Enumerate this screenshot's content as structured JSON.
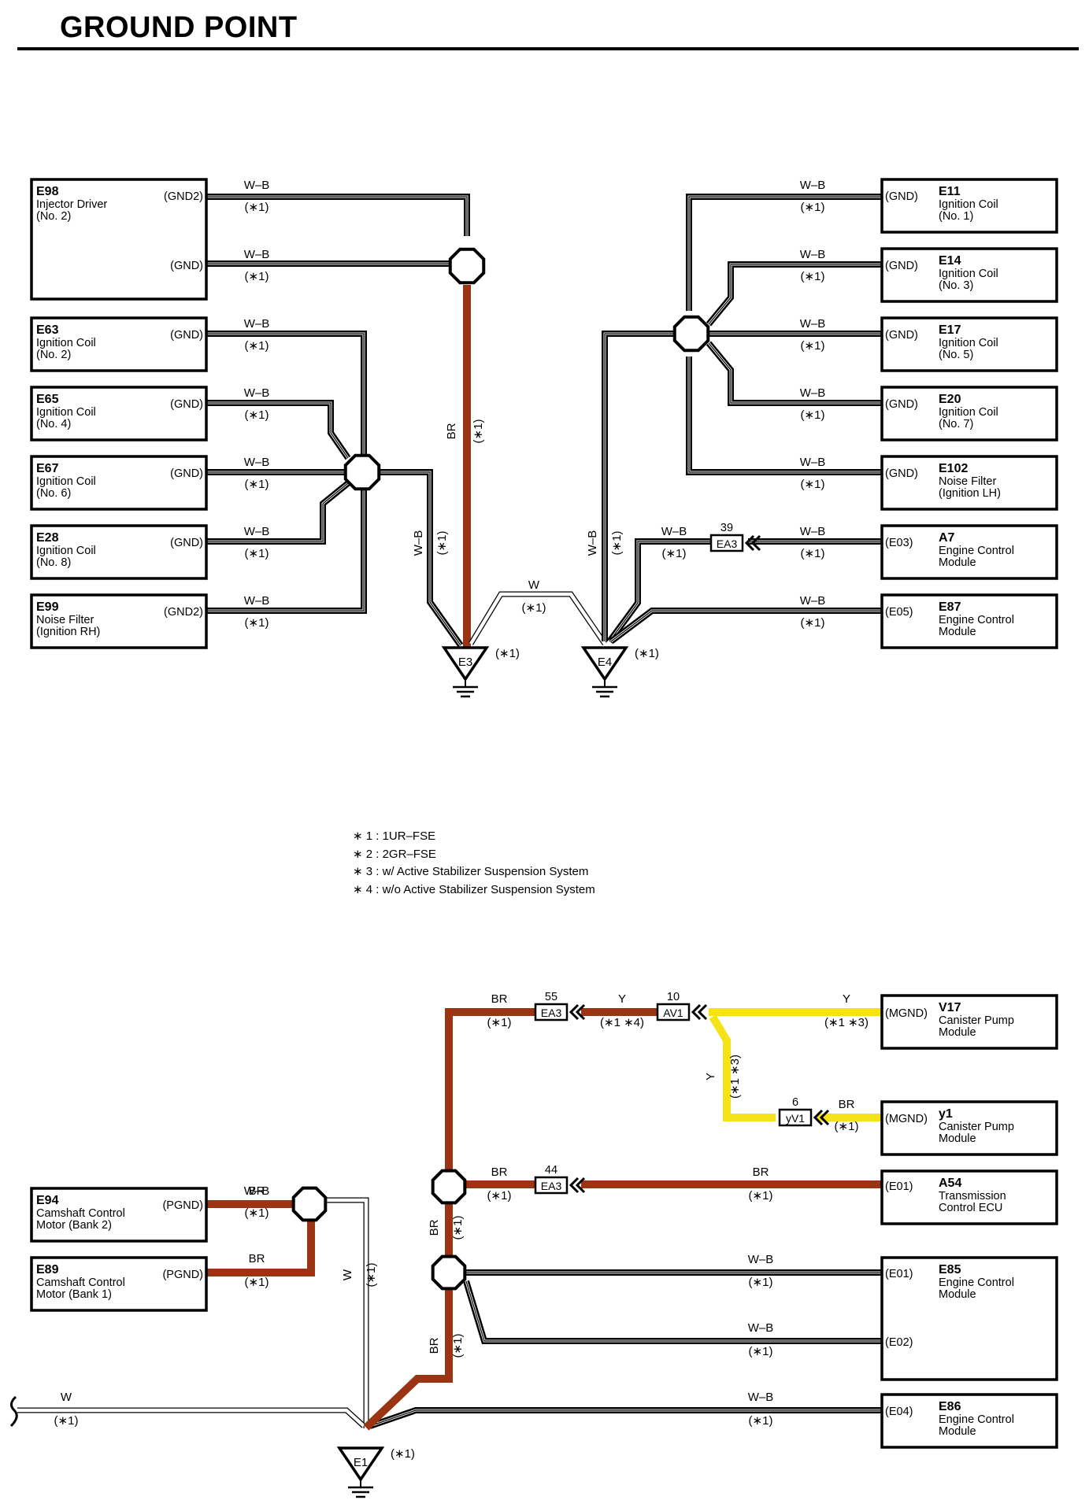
{
  "page": {
    "title": "GROUND POINT"
  },
  "colors": {
    "BR": "#9a3412",
    "Y": "#f5e218",
    "W-B": "#000000",
    "W": "#ffffff"
  },
  "notes": [
    "∗ 1 : 1UR–FSE",
    "∗ 2 : 2GR–FSE",
    "∗ 3 : w/ Active Stabilizer Suspension System",
    "∗ 4 : w/o Active Stabilizer Suspension System"
  ],
  "components": [
    {
      "id": "E98",
      "name_lines": [
        "Injector Driver",
        "(No. 2)"
      ],
      "pins": [
        "(GND2)",
        "(GND)"
      ]
    },
    {
      "id": "E63",
      "name_lines": [
        "Ignition Coil",
        "(No. 2)"
      ],
      "pins": [
        "(GND)"
      ]
    },
    {
      "id": "E65",
      "name_lines": [
        "Ignition Coil",
        "(No. 4)"
      ],
      "pins": [
        "(GND)"
      ]
    },
    {
      "id": "E67",
      "name_lines": [
        "Ignition Coil",
        "(No. 6)"
      ],
      "pins": [
        "(GND)"
      ]
    },
    {
      "id": "E28",
      "name_lines": [
        "Ignition Coil",
        "(No. 8)"
      ],
      "pins": [
        "(GND)"
      ]
    },
    {
      "id": "E99",
      "name_lines": [
        "Noise Filter",
        "(Ignition RH)"
      ],
      "pins": [
        "(GND2)"
      ]
    },
    {
      "id": "E11",
      "name_lines": [
        "Ignition Coil",
        "(No. 1)"
      ],
      "pins": [
        "(GND)"
      ]
    },
    {
      "id": "E14",
      "name_lines": [
        "Ignition Coil",
        "(No. 3)"
      ],
      "pins": [
        "(GND)"
      ]
    },
    {
      "id": "E17",
      "name_lines": [
        "Ignition Coil",
        "(No. 5)"
      ],
      "pins": [
        "(GND)"
      ]
    },
    {
      "id": "E20",
      "name_lines": [
        "Ignition Coil",
        "(No. 7)"
      ],
      "pins": [
        "(GND)"
      ]
    },
    {
      "id": "E102",
      "name_lines": [
        "Noise Filter",
        "(Ignition LH)"
      ],
      "pins": [
        "(GND)"
      ]
    },
    {
      "id": "A7",
      "name_lines": [
        "Engine Control",
        "Module"
      ],
      "pins": [
        "(E03)"
      ]
    },
    {
      "id": "E87",
      "name_lines": [
        "Engine Control",
        "Module"
      ],
      "pins": [
        "(E05)"
      ]
    },
    {
      "id": "V17",
      "name_lines": [
        "Canister Pump",
        "Module"
      ],
      "pins": [
        "(MGND)"
      ]
    },
    {
      "id": "y1",
      "name_lines": [
        "Canister Pump",
        "Module"
      ],
      "pins": [
        "(MGND)"
      ]
    },
    {
      "id": "A54",
      "name_lines": [
        "Transmission",
        "Control ECU"
      ],
      "pins": [
        "(E01)"
      ]
    },
    {
      "id": "E85",
      "name_lines": [
        "Engine Control",
        "Module"
      ],
      "pins": [
        "(E01)",
        "(E02)"
      ]
    },
    {
      "id": "E86",
      "name_lines": [
        "Engine Control",
        "Module"
      ],
      "pins": [
        "(E04)"
      ]
    },
    {
      "id": "E94",
      "name_lines": [
        "Camshaft Control",
        "Motor (Bank 2)"
      ],
      "pins": [
        "(PGND)"
      ]
    },
    {
      "id": "E89",
      "name_lines": [
        "Camshaft Control",
        "Motor (Bank 1)"
      ],
      "pins": [
        "(PGND)"
      ]
    }
  ],
  "grounds": [
    "E3",
    "E4",
    "E1"
  ],
  "ground_notes": [
    "(∗1)",
    "(∗1)",
    "(∗1)"
  ],
  "connectors": [
    {
      "id": "EA3",
      "pin": "39"
    },
    {
      "id": "EA3",
      "pin": "55"
    },
    {
      "id": "AV1",
      "pin": "10"
    },
    {
      "id": "yV1",
      "pin": "6"
    },
    {
      "id": "EA3",
      "pin": "44"
    }
  ],
  "wires": [
    {
      "color": "W–B",
      "note": "(∗1)"
    },
    {
      "color": "W–B",
      "note": "(∗1)"
    },
    {
      "color": "W–B",
      "note": "(∗1)"
    },
    {
      "color": "W–B",
      "note": "(∗1)"
    },
    {
      "color": "W–B",
      "note": "(∗1)"
    },
    {
      "color": "W–B",
      "note": "(∗1)"
    },
    {
      "color": "W–B",
      "note": "(∗1)"
    },
    {
      "color": "BR",
      "note": "(∗1)"
    },
    {
      "color": "W–B",
      "note": "(∗1)"
    },
    {
      "color": "W",
      "note": "(∗1)"
    },
    {
      "color": "W–B",
      "note": "(∗1)"
    },
    {
      "color": "W–B",
      "note": "(∗1)"
    },
    {
      "color": "W–B",
      "note": "(∗1)"
    },
    {
      "color": "W–B",
      "note": "(∗1)"
    },
    {
      "color": "W–B",
      "note": "(∗1)"
    },
    {
      "color": "W–B",
      "note": "(∗1)"
    },
    {
      "color": "W–B",
      "note": "(∗1)"
    },
    {
      "color": "W–B",
      "note": "(∗1)"
    },
    {
      "color": "W–B",
      "note": "(∗1)"
    },
    {
      "color": "W–B",
      "note": "(∗1)"
    },
    {
      "color": "BR",
      "note": "(∗1)"
    },
    {
      "color": "BR",
      "note": "(∗1)"
    },
    {
      "color": "Y",
      "note": "(∗1 ∗4)"
    },
    {
      "color": "Y",
      "note": "(∗1 ∗3)"
    },
    {
      "color": "Y",
      "note": "(∗1 ∗3)"
    },
    {
      "color": "BR",
      "note": "(∗1)"
    },
    {
      "color": "BR",
      "note": "(∗1)"
    },
    {
      "color": "BR",
      "note": "(∗1)"
    },
    {
      "color": "BR",
      "note": "(∗1)"
    },
    {
      "color": "W–B",
      "note": "(∗1)"
    },
    {
      "color": "W–B",
      "note": "(∗1)"
    },
    {
      "color": "W–B",
      "note": "(∗1)"
    },
    {
      "color": "BR",
      "note": "(∗1)"
    },
    {
      "color": "BR",
      "note": "(∗1)"
    },
    {
      "color": "W",
      "note": "(∗1)"
    },
    {
      "color": "W",
      "note": "(∗1)"
    },
    {
      "color": "BR",
      "note": "(∗1)"
    }
  ]
}
